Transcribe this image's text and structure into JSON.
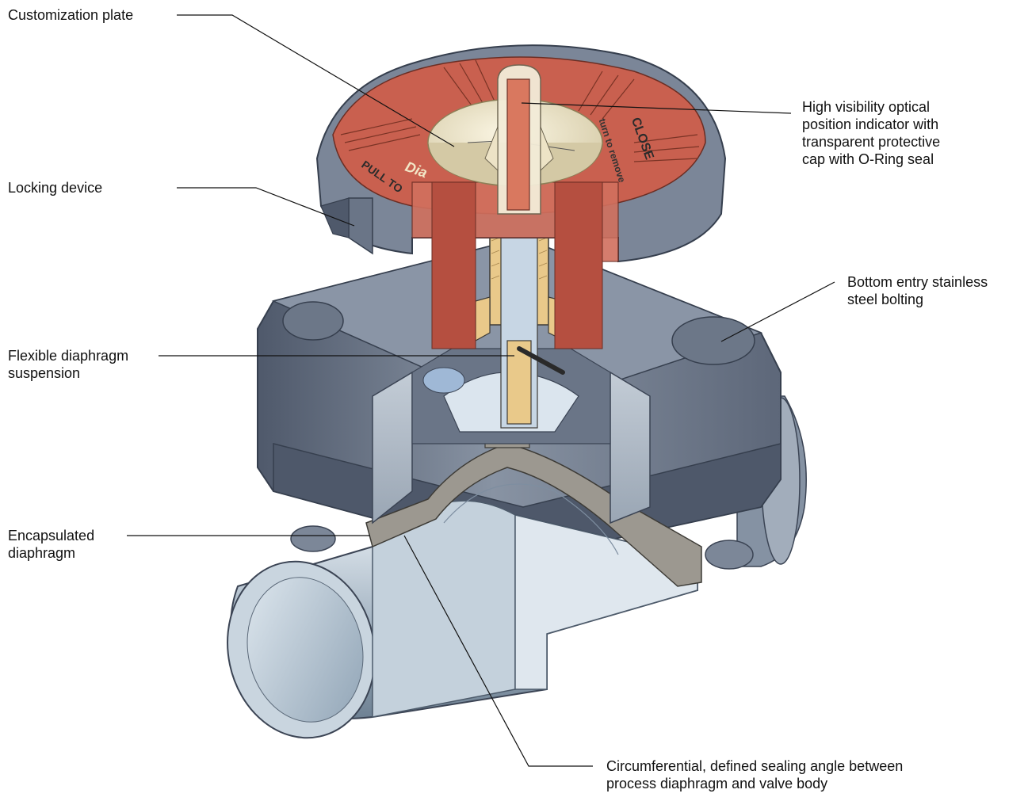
{
  "labels": {
    "customization_plate": [
      "Customization plate"
    ],
    "locking_device": [
      "Locking device"
    ],
    "flexible_suspension": [
      "Flexible diaphragm",
      "suspension"
    ],
    "encapsulated_diaphragm": [
      "Encapsulated",
      "diaphragm"
    ],
    "optical_indicator": [
      "High visibility optical",
      "position indicator with",
      "transparent protective",
      "cap with O-Ring seal"
    ],
    "bottom_bolting": [
      "Bottom entry stainless",
      "steel bolting"
    ],
    "sealing_angle": [
      "Circumferential, defined sealing angle between",
      "process diaphragm and valve body"
    ]
  },
  "handwheel_markings": {
    "close": "CLOSE",
    "pull_to": "PULL TO",
    "turn_to_remove": "turn to remove",
    "dia": "Dia"
  },
  "colors": {
    "body_grey": "#6f7a8a",
    "body_dark": "#4a5466",
    "body_light": "#9aa4b3",
    "handwheel_red": "#c9604f",
    "plate_cream": "#ece4c8",
    "brass": "#e9c98a",
    "steel": "#b9c6d2",
    "leader_line": "#111111"
  }
}
